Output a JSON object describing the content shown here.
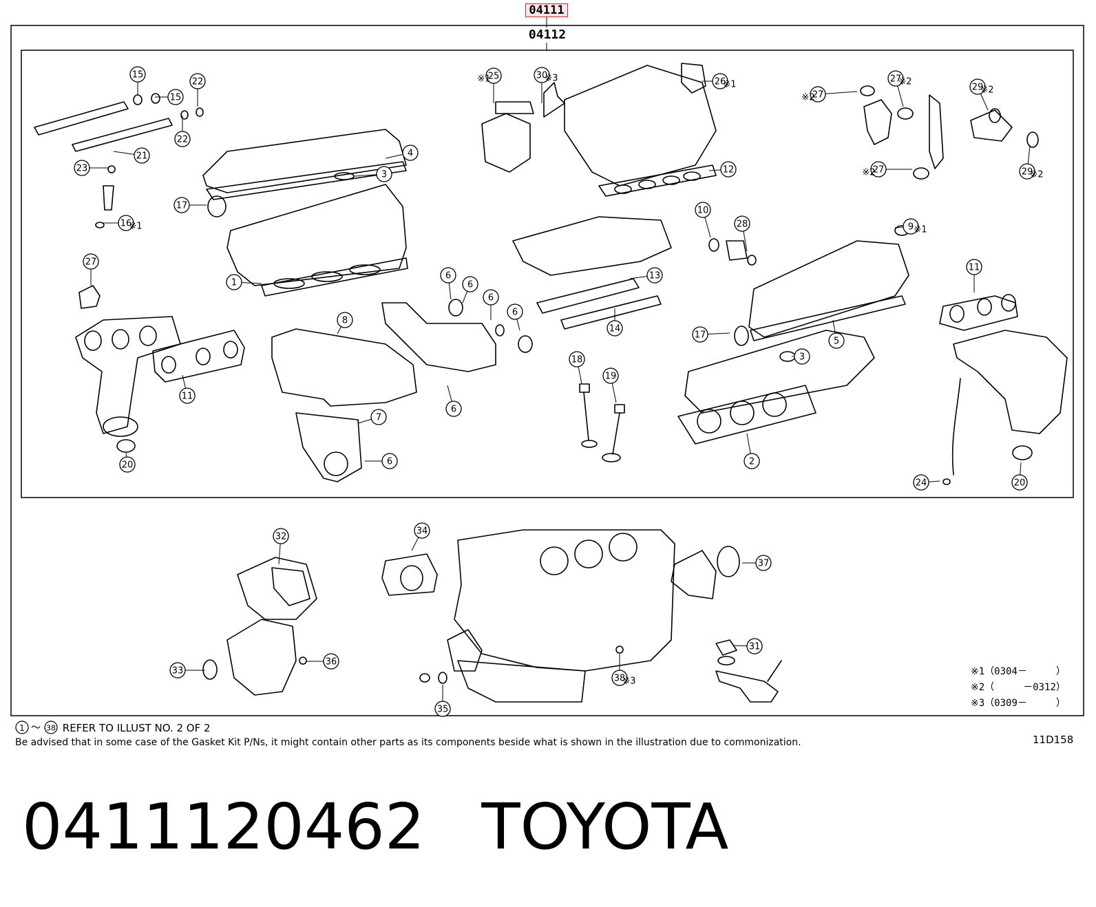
{
  "header": {
    "selected_code": "04111",
    "kit_code": "04112"
  },
  "callout_mark": "※",
  "callouts": [
    {
      "n": "15"
    },
    {
      "n": "15"
    },
    {
      "n": "22"
    },
    {
      "n": "22"
    },
    {
      "n": "21"
    },
    {
      "n": "23"
    },
    {
      "n": "16",
      "mark": "※1"
    },
    {
      "n": "17"
    },
    {
      "n": "4"
    },
    {
      "n": "3"
    },
    {
      "n": "1"
    },
    {
      "n": "27"
    },
    {
      "n": "11"
    },
    {
      "n": "20"
    },
    {
      "n": "8"
    },
    {
      "n": "7"
    },
    {
      "n": "6"
    },
    {
      "n": "6"
    },
    {
      "n": "6"
    },
    {
      "n": "6"
    },
    {
      "n": "6"
    },
    {
      "n": "6"
    },
    {
      "n": "25",
      "mark": "※1"
    },
    {
      "n": "30",
      "mark": "※3"
    },
    {
      "n": "26",
      "mark": "※1"
    },
    {
      "n": "12"
    },
    {
      "n": "13"
    },
    {
      "n": "14"
    },
    {
      "n": "18"
    },
    {
      "n": "19"
    },
    {
      "n": "10"
    },
    {
      "n": "28"
    },
    {
      "n": "27",
      "mark": "※2"
    },
    {
      "n": "27",
      "mark": "※2"
    },
    {
      "n": "27",
      "mark": "※2"
    },
    {
      "n": "29",
      "mark": "※2"
    },
    {
      "n": "29",
      "mark": "※2"
    },
    {
      "n": "9",
      "mark": "※1"
    },
    {
      "n": "17"
    },
    {
      "n": "3"
    },
    {
      "n": "5"
    },
    {
      "n": "2"
    },
    {
      "n": "11"
    },
    {
      "n": "24"
    },
    {
      "n": "20"
    },
    {
      "n": "32"
    },
    {
      "n": "34"
    },
    {
      "n": "37"
    },
    {
      "n": "33"
    },
    {
      "n": "36"
    },
    {
      "n": "35"
    },
    {
      "n": "38",
      "mark": "※3"
    },
    {
      "n": "31"
    }
  ],
  "footnotes": [
    "※1（0304－　　　）",
    "※2（　　　－0312）",
    "※3（0309－　　　）"
  ],
  "notes": {
    "refer_start": "1",
    "refer_end": "38",
    "refer_text": "REFER TO ILLUST NO. 2 OF 2",
    "advisory": "Be advised that in some case of the Gasket Kit P/Ns,  it might contain other parts as its components beside what is shown in the illustration due to commonization.",
    "illustration_code": "11D158"
  },
  "footer": {
    "part_number": "0411120462",
    "brand": "TOYOTA"
  }
}
